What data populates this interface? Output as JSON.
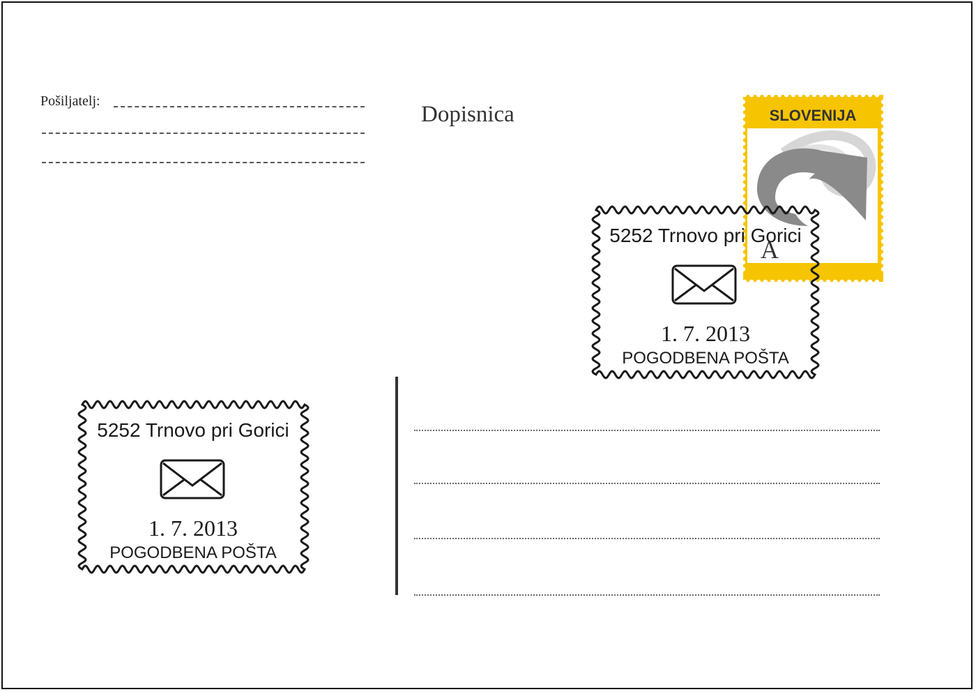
{
  "sender": {
    "label": "Pošiljatelj:"
  },
  "card": {
    "title": "Dopisnica"
  },
  "stamp": {
    "country": "SLOVENIJA",
    "rate": "A",
    "colors": {
      "frame": "#f6c400",
      "horn": "#8a8a8a",
      "text": "#333333"
    }
  },
  "postmarks": [
    {
      "town": "5252 Trnovo pri Gorici",
      "date": "1. 7. 2013",
      "office": "POGODBENA POŠTA",
      "icon": "envelope-icon"
    },
    {
      "town": "5252 Trnovo pri Gorici",
      "date": "1. 7. 2013",
      "office": "POGODBENA POŠTA",
      "icon": "envelope-icon"
    }
  ]
}
